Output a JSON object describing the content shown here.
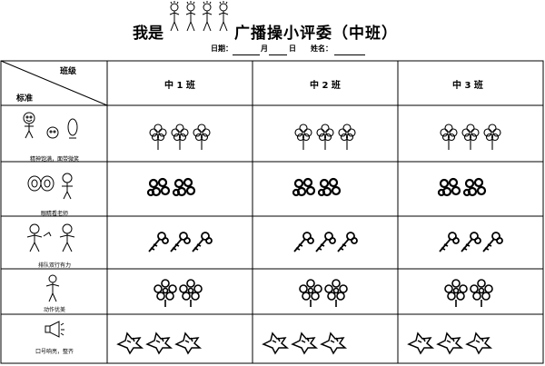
{
  "header": {
    "title_left": "我是",
    "title_right": "广播操小评委（中班）",
    "date_label": "日期：",
    "month_label": "月",
    "day_label": "日",
    "name_label": "姓名："
  },
  "table": {
    "corner_top": "班级",
    "corner_bottom": "标准",
    "columns": [
      "中 1 班",
      "中 2 班",
      "中 3 班"
    ],
    "rows": [
      {
        "label": "精神饱满，面带微笑",
        "icon": "flower-icon"
      },
      {
        "label": "眼睛看老师",
        "icon": "grape-cluster-icon"
      },
      {
        "label": "排队双行有力",
        "icon": "hand-flower-icon"
      },
      {
        "label": "动作优美",
        "icon": "big-flower-icon"
      },
      {
        "label": "口号响亮，整齐",
        "icon": "star-scribble-icon"
      }
    ]
  }
}
